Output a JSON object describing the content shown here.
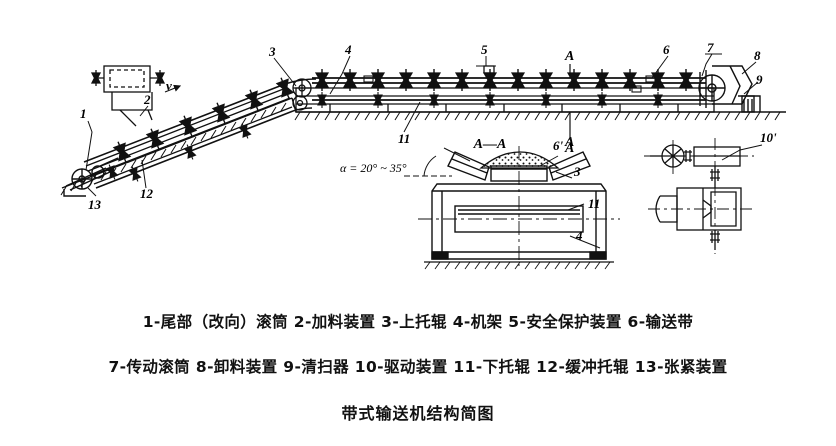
{
  "figure": {
    "title": "带式输送机结构简图",
    "domain_note": "belt-conveyor-structure-diagram"
  },
  "caption": {
    "line1": "1-尾部（改向）滚筒 2-加料装置 3-上托辊 4-机架 5-安全保护装置 6-输送带",
    "line2": "7-传动滚筒 8-卸料装置 9-清扫器 10-驱动装置 11-下托辊 12-缓冲托辊 13-张紧装置"
  },
  "legend_items": [
    {
      "number": "1",
      "label": "尾部（改向）滚筒"
    },
    {
      "number": "2",
      "label": "加料装置"
    },
    {
      "number": "3",
      "label": "上托辊"
    },
    {
      "number": "4",
      "label": "机架"
    },
    {
      "number": "5",
      "label": "安全保护装置"
    },
    {
      "number": "6",
      "label": "输送带"
    },
    {
      "number": "7",
      "label": "传动滚筒"
    },
    {
      "number": "8",
      "label": "卸料装置"
    },
    {
      "number": "9",
      "label": "清扫器"
    },
    {
      "number": "10",
      "label": "驱动装置"
    },
    {
      "number": "11",
      "label": "下托辊"
    },
    {
      "number": "12",
      "label": "缓冲托辊"
    },
    {
      "number": "13",
      "label": "张紧装置"
    }
  ],
  "callouts": {
    "main_view": {
      "c1": "1",
      "c2": "2",
      "c3": "3",
      "c4": "4",
      "c5": "5",
      "c6": "6",
      "c7": "7",
      "c8": "8",
      "c9": "9",
      "c11": "11",
      "c12": "12",
      "c13": "13",
      "speed_arrow": "v"
    },
    "section_view": {
      "section_title": "A—A",
      "c3": "3",
      "c4": "4",
      "c6p": "6'",
      "c11": "11",
      "angle_note": "α = 20° ~ 35°"
    },
    "drive_detail": {
      "c10p": "10'"
    },
    "section_markers": {
      "top": "A",
      "bottom": "A",
      "left": "A",
      "right": "A"
    }
  },
  "colors": {
    "ink": "#111111",
    "background": "#ffffff",
    "hatch": "#111111"
  }
}
